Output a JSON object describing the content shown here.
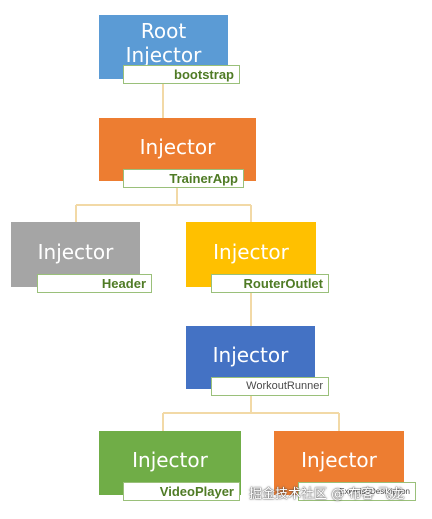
{
  "colors": {
    "root": "#5b9bd5",
    "trainer": "#ed7d31",
    "header": "#a5a5a5",
    "router": "#ffc000",
    "workout": "#4472c4",
    "video": "#70ad47",
    "exercise": "#ed7d31",
    "connector": "#f2d9a6",
    "tag_text": "#4f7b25"
  },
  "nodes": {
    "root": {
      "title_line1": "Root",
      "title_line2": "Injector",
      "tag": "bootstrap"
    },
    "trainer": {
      "title": "Injector",
      "tag": "TrainerApp"
    },
    "header": {
      "title": "Injector",
      "tag": "Header"
    },
    "router": {
      "title": "Injector",
      "tag": "RouterOutlet"
    },
    "workout": {
      "title": "Injector",
      "tag": "WorkoutRunner"
    },
    "video": {
      "title": "Injector",
      "tag": "VideoPlayer"
    },
    "exercise": {
      "title": "Injector",
      "tag": "ExerciseDescription"
    }
  },
  "watermark": "掘金技术社区 @ 布客 飞龙"
}
